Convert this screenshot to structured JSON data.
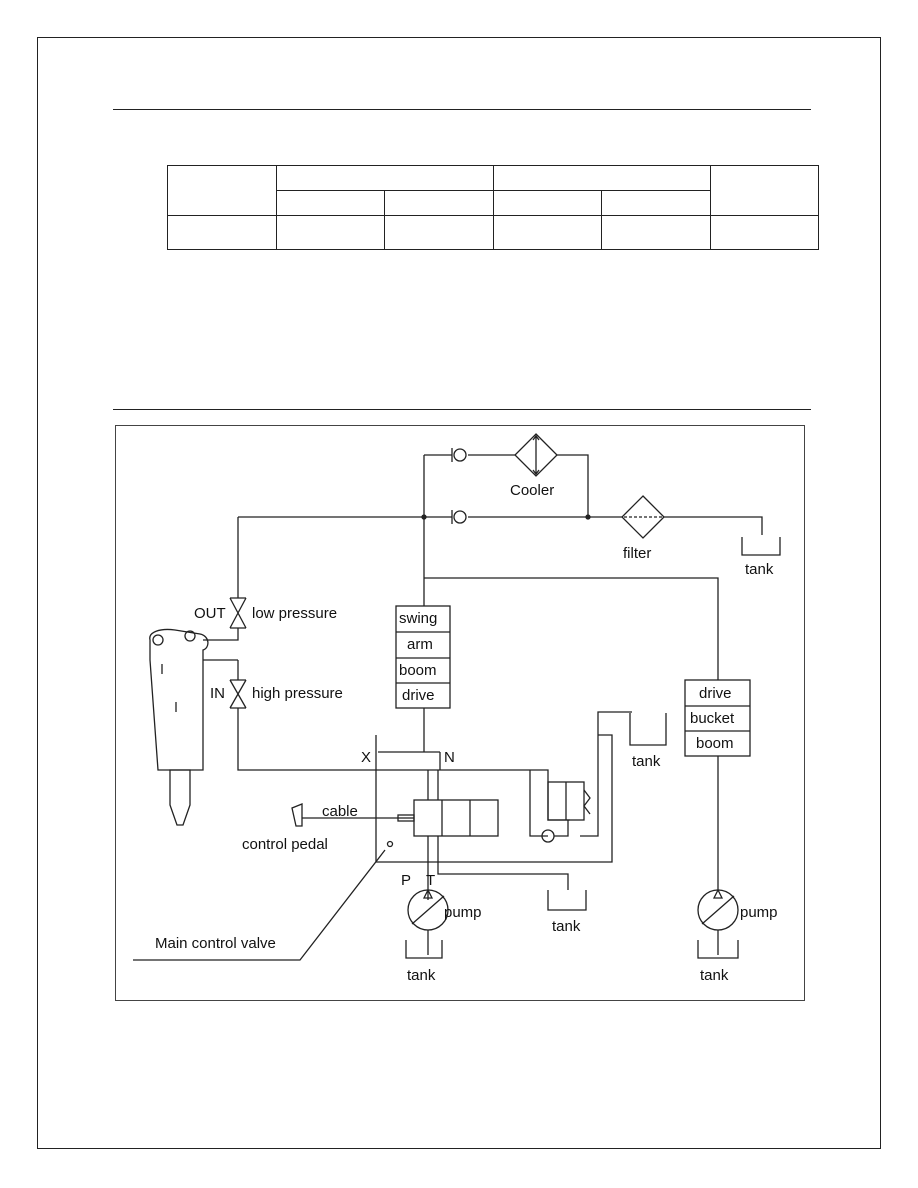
{
  "labels": {
    "cooler": "Cooler",
    "filter": "filter",
    "tank": "tank",
    "out": "OUT",
    "in": "IN",
    "low_pressure": "low pressure",
    "high_pressure": "high pressure",
    "x_port": "X",
    "n_port": "N",
    "cable": "cable",
    "control_pedal": "control pedal",
    "p_port": "P",
    "t_port": "T",
    "pump": "pump",
    "main_control_valve": "Main control valve"
  },
  "center_stack": [
    "swing",
    "arm",
    "boom",
    "drive"
  ],
  "right_stack": [
    "drive",
    "bucket",
    "boom"
  ]
}
